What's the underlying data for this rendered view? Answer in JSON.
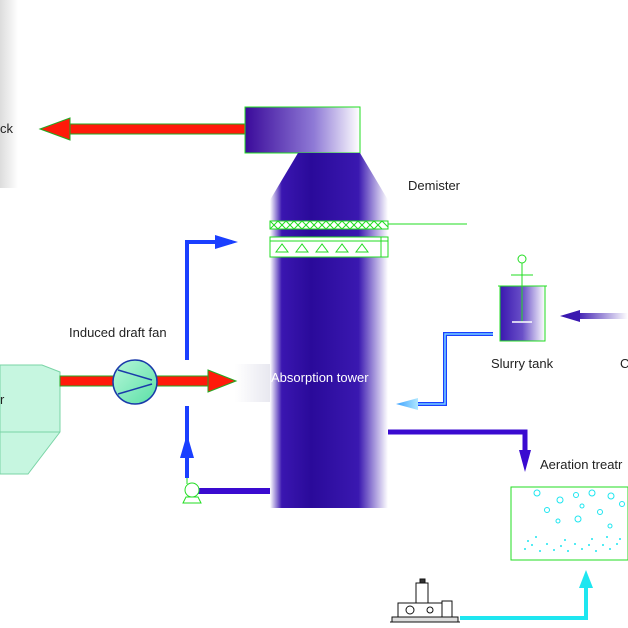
{
  "labels": {
    "stack": "ck",
    "demister": "Demister",
    "induced_draft_fan": "Induced draft fan",
    "absorption_tower": "Absorption tower",
    "slurry_tank": "Slurry tank",
    "aeration": "Aeration treatr",
    "precipitator": "r",
    "cut_right": "C"
  },
  "colors": {
    "tower_dark": "#2a0aa0",
    "hot_flue_gas": "#ff1a0a",
    "clean_gas": "#ff1a0a",
    "circulation_pipe": "#1a3fff",
    "slurry_pipe": "#3a0ad0",
    "water_pipe": "#1ee6f0",
    "outline": "#22dd22",
    "hopper": "#bff5e0"
  }
}
